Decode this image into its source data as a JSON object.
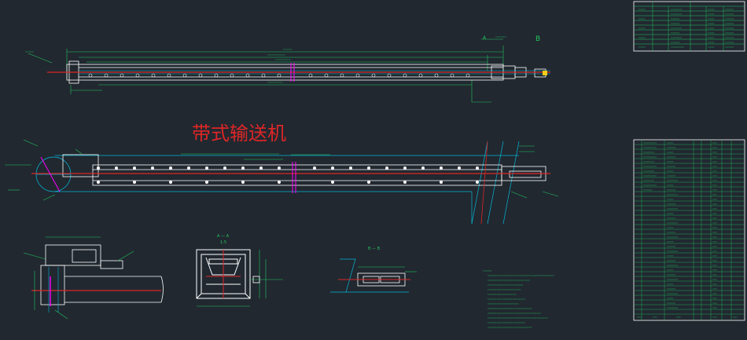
{
  "drawing": {
    "title": "带式输送机",
    "section_labels": {
      "section_a": "A — A",
      "scale_a": "1:5",
      "section_b": "B — B",
      "view_arrow_a": "A",
      "view_arrow_b": "B"
    },
    "colors": {
      "background": "#212830",
      "structure": "#ffffff",
      "dimension": "#22c55e",
      "belt_center": "#dc2626",
      "hidden": "#06b6d4",
      "title": "#dc2626",
      "marker": "#ff00ff",
      "table_line": "#22c55e"
    }
  }
}
